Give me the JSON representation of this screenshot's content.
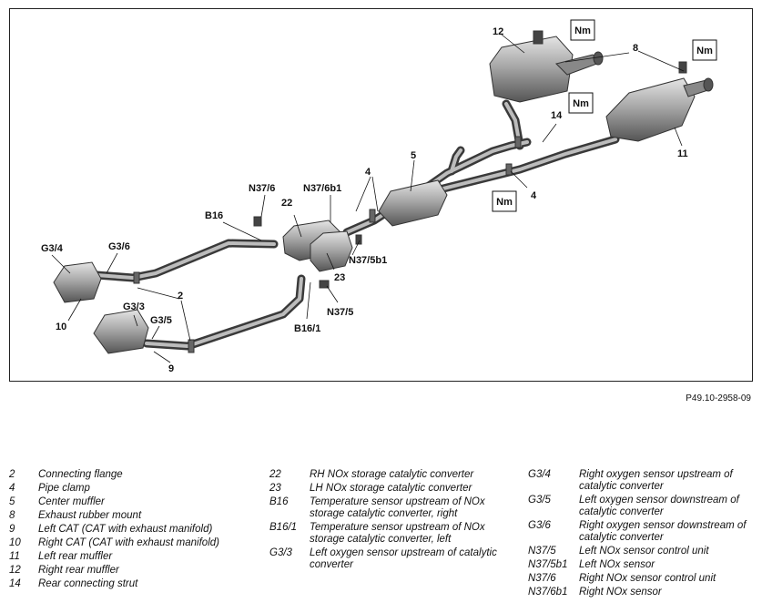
{
  "figure_id": "P49.10-2958-09",
  "diagram": {
    "torque_marker": "Nm",
    "callouts": [
      "12",
      "8",
      "14",
      "11",
      "5",
      "4",
      "4",
      "N37/6",
      "N37/6b1",
      "22",
      "B16",
      "G3/4",
      "G3/6",
      "N37/5b1",
      "23",
      "2",
      "G3/3",
      "G3/5",
      "10",
      "N37/5",
      "B16/1",
      "9"
    ]
  },
  "legend": {
    "col1": [
      {
        "code": "2",
        "desc": "Connecting flange"
      },
      {
        "code": "4",
        "desc": "Pipe clamp"
      },
      {
        "code": "5",
        "desc": "Center muffler"
      },
      {
        "code": "8",
        "desc": "Exhaust rubber mount"
      },
      {
        "code": "9",
        "desc": "Left CAT (CAT with exhaust manifold)"
      },
      {
        "code": "10",
        "desc": "Right CAT (CAT with exhaust manifold)"
      },
      {
        "code": "11",
        "desc": "Left rear muffler"
      },
      {
        "code": "12",
        "desc": "Right rear muffler"
      },
      {
        "code": "14",
        "desc": "Rear connecting strut"
      }
    ],
    "col2": [
      {
        "code": "22",
        "desc": "RH NOx storage catalytic converter"
      },
      {
        "code": "23",
        "desc": "LH NOx storage catalytic converter"
      },
      {
        "code": "B16",
        "desc": "Temperature sensor upstream of NOx storage catalytic converter, right"
      },
      {
        "code": "B16/1",
        "desc": "Temperature sensor upstream of NOx storage catalytic converter, left"
      },
      {
        "code": "G3/3",
        "desc": "Left oxygen sensor upstream of catalytic converter"
      }
    ],
    "col3": [
      {
        "code": "G3/4",
        "desc": "Right oxygen sensor upstream of catalytic converter"
      },
      {
        "code": "G3/5",
        "desc": "Left oxygen sensor downstream of catalytic converter"
      },
      {
        "code": "G3/6",
        "desc": "Right oxygen sensor downstream of catalytic converter"
      },
      {
        "code": "N37/5",
        "desc": "Left NOx sensor control unit"
      },
      {
        "code": "N37/5b1",
        "desc": "Left NOx sensor"
      },
      {
        "code": "N37/6",
        "desc": "Right NOx sensor control unit"
      },
      {
        "code": "N37/6b1",
        "desc": "Right NOx sensor"
      }
    ]
  }
}
